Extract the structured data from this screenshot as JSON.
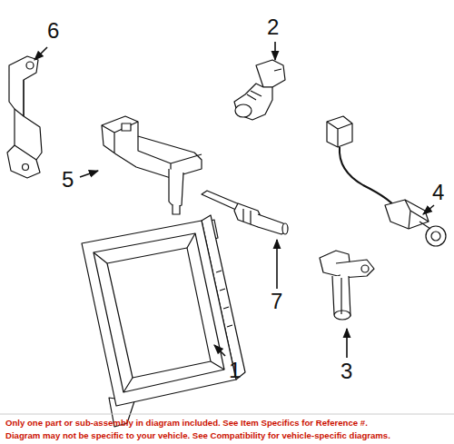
{
  "diagram": {
    "labels": [
      "6",
      "2",
      "5",
      "4",
      "1",
      "7",
      "3",
      "Only one part or sub-assembly in diagram included. See Item Specifics for Reference #.",
      "Diagram may not be specific to your vehicle. See Compatibility for vehicle-specific diagrams."
    ]
  }
}
